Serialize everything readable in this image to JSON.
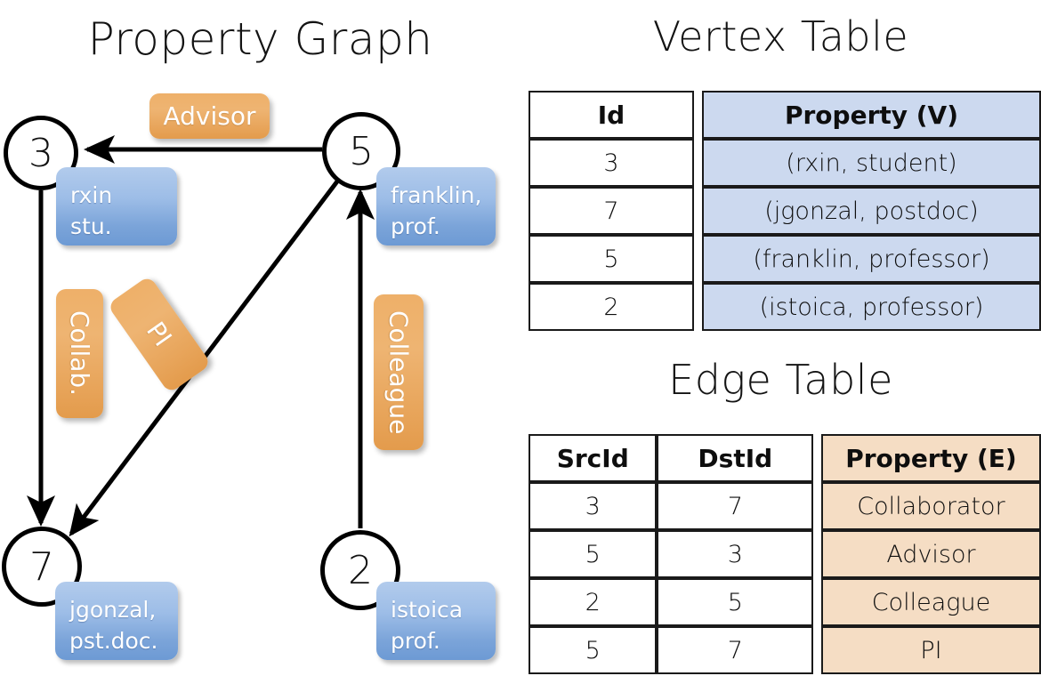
{
  "titles": {
    "property_graph": "Property Graph",
    "vertex_table": "Vertex Table",
    "edge_table": "Edge Table"
  },
  "graph": {
    "nodes": [
      {
        "id": "3",
        "property_lines": [
          "rxin",
          "stu."
        ]
      },
      {
        "id": "5",
        "property_lines": [
          "franklin,",
          "prof."
        ]
      },
      {
        "id": "7",
        "property_lines": [
          "jgonzal,",
          "pst.doc."
        ]
      },
      {
        "id": "2",
        "property_lines": [
          "istoica",
          "prof."
        ]
      }
    ],
    "edge_labels": [
      {
        "label": "Advisor",
        "orientation": "horizontal"
      },
      {
        "label": "Collab.",
        "orientation": "vertical"
      },
      {
        "label": "PI",
        "orientation": "rotated"
      },
      {
        "label": "Colleague",
        "orientation": "vertical"
      }
    ]
  },
  "vertex_table": {
    "headers": [
      "Id",
      "Property (V)"
    ],
    "rows": [
      {
        "id": "3",
        "property": "(rxin, student)"
      },
      {
        "id": "7",
        "property": "(jgonzal, postdoc)"
      },
      {
        "id": "5",
        "property": "(franklin, professor)"
      },
      {
        "id": "2",
        "property": "(istoica, professor)"
      }
    ]
  },
  "edge_table": {
    "headers": [
      "SrcId",
      "DstId",
      "Property (E)"
    ],
    "rows": [
      {
        "src": "3",
        "dst": "7",
        "property": "Collaborator"
      },
      {
        "src": "5",
        "dst": "3",
        "property": "Advisor"
      },
      {
        "src": "2",
        "dst": "5",
        "property": "Colleague"
      },
      {
        "src": "5",
        "dst": "7",
        "property": "PI"
      }
    ]
  },
  "colors": {
    "vertex_property_blue": "#ccd9ef",
    "edge_property_orange": "#f5ddc4",
    "node_box_blue": "#8fb3e2",
    "edge_label_orange": "#eaa85e"
  }
}
